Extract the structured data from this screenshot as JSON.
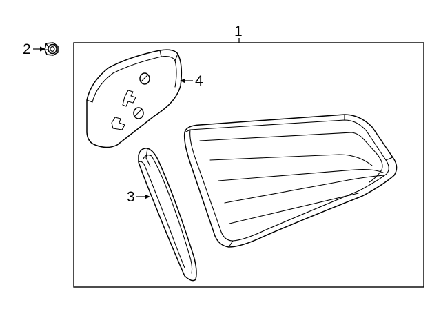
{
  "callouts": {
    "part1": "1",
    "part2": "2",
    "part3": "3",
    "part4": "4"
  },
  "parts": [
    {
      "callout": "1",
      "name": "tail-lamp-assembly-icon"
    },
    {
      "callout": "2",
      "name": "nut-icon"
    },
    {
      "callout": "3",
      "name": "gasket-seal-icon"
    },
    {
      "callout": "4",
      "name": "mounting-plate-icon"
    }
  ],
  "colors": {
    "line": "#000000",
    "background": "#ffffff"
  }
}
